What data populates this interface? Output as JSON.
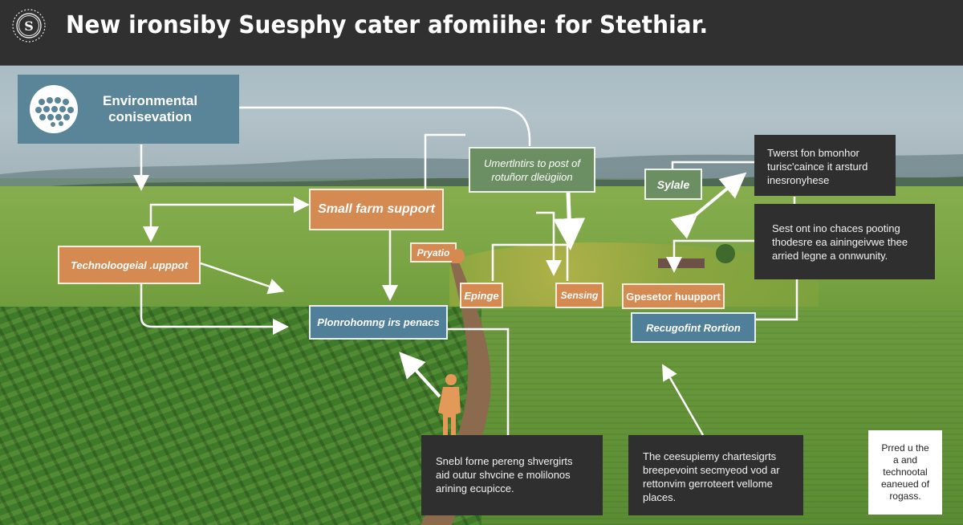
{
  "header": {
    "title": "New ironsiby Suesphy cater afomiihe: for Stethiar.",
    "logo_icon": "seal-monogram-icon"
  },
  "colors": {
    "header_bg": "#303030",
    "orange_box": "#d58a52",
    "teal_box": "#5a8498",
    "green_box": "#6b8f62",
    "dark_box": "#2f2f2f",
    "connector": "#ffffff"
  },
  "nodes": {
    "environmental": {
      "label_line1": "Environmental",
      "label_line2": "conisevation",
      "icon": "globe-dots-icon"
    },
    "small_farm": {
      "label": "Small farm support"
    },
    "underlinks": {
      "label_line1": "Umertlntirs to post of",
      "label_line2": "rotuñorr dleügiion"
    },
    "sylale": {
      "label": "Sylale"
    },
    "dark_top_right": {
      "lines": [
        "Twerst fon bmonhor",
        "turisc'caince it arsturd",
        "inesronyhese"
      ]
    },
    "dark_mid_right": {
      "lines": [
        "Sest ont ino chaces pooting",
        "thodesre ea ainingeivwe thee",
        "arried legne a onnwunity."
      ]
    },
    "technological": {
      "label": "Technoloogeial .upppot"
    },
    "pyrado": {
      "label": "Pryatio"
    },
    "epinge": {
      "label": "Epinge"
    },
    "sensing": {
      "label": "Sensing"
    },
    "gpesetor": {
      "label": "Gpesetor huupport"
    },
    "plonrohomng": {
      "label": "Plonrohomng irs penacs"
    },
    "recugofint": {
      "label": "Recugofint Rortion"
    },
    "dark_bottom_left": {
      "lines": [
        "Snebl forne pereng shvergirts",
        "aid outur shvcine e molilonos",
        "arining ecupicce."
      ]
    },
    "dark_bottom_mid": {
      "lines": [
        "The ceesupiemy chartesigrts",
        "breepevoint secmyeod vod ar",
        "rettonvim gerroteert vellome",
        "places."
      ]
    },
    "white_bottom_right": {
      "lines": [
        "Prred u the",
        "a and",
        "technootal",
        "eaneued of",
        "rogass."
      ]
    }
  }
}
